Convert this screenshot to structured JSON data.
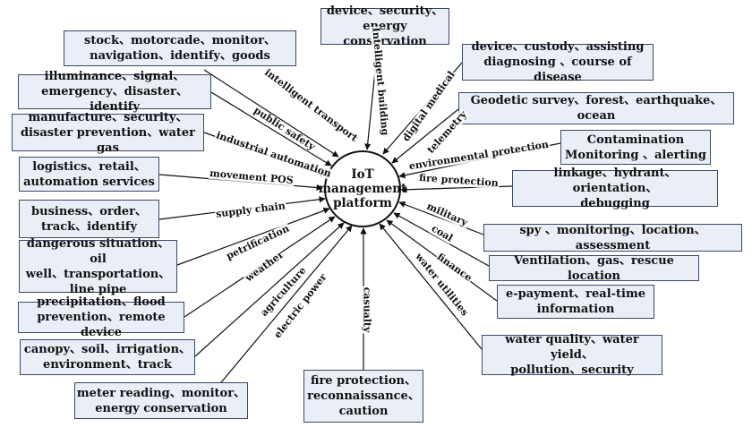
{
  "center": {
    "text": "IoT\nmanagement\nplatform"
  },
  "boxes": [
    {
      "id": "intelligent-transport",
      "text": "stock、motorcade、monitor、\nnavigation、identify、goods"
    },
    {
      "id": "intelligent-building",
      "text": "device、security、\nenergy conservation"
    },
    {
      "id": "digital-medical",
      "text": "device、custody、assisting\ndiagnosing 、course of disease"
    },
    {
      "id": "public-safety",
      "text": "illuminance、signal、\nemergency、disaster、identify"
    },
    {
      "id": "telemetry",
      "text": "Geodetic survey、forest、earthquake、ocean"
    },
    {
      "id": "industrial-automation",
      "text": "manufacture、security、\ndisaster prevention、water gas"
    },
    {
      "id": "environmental-protection",
      "text": "Contamination\nMonitoring 、alerting"
    },
    {
      "id": "movement-pos",
      "text": "logistics、retail、\nautomation services"
    },
    {
      "id": "fire-protection",
      "text": "linkage、hydrant、orientation、\ndebugging"
    },
    {
      "id": "supply-chain",
      "text": "business、order、\ntrack、identify"
    },
    {
      "id": "military",
      "text": "spy 、monitoring、location、assessment"
    },
    {
      "id": "petrification",
      "text": "dangerous situation、oil\nwell、transportation、\nline pipe"
    },
    {
      "id": "coal",
      "text": "Ventilation、gas、rescue location"
    },
    {
      "id": "weather",
      "text": "precipitation、flood\nprevention、remote device"
    },
    {
      "id": "finance",
      "text": "e-payment、real-time\ninformation"
    },
    {
      "id": "agriculture",
      "text": "canopy、soil、irrigation、\nenvironment、track"
    },
    {
      "id": "water-utilities",
      "text": "water quality、water yield、\npollution、security"
    },
    {
      "id": "electric-power",
      "text": "meter reading、monitor、\nenergy conservation"
    },
    {
      "id": "casualty",
      "text": "fire protection、\nreconnaissance、\ncaution"
    }
  ],
  "labels": [
    {
      "id": "intelligent-transport",
      "text": "intelligent transport"
    },
    {
      "id": "intelligent-building",
      "text": "Intelligent building"
    },
    {
      "id": "digital-medical",
      "text": "digital medical"
    },
    {
      "id": "public-safety",
      "text": "public safety"
    },
    {
      "id": "telemetry",
      "text": "telemetry"
    },
    {
      "id": "industrial-automation",
      "text": "industrial automation"
    },
    {
      "id": "environmental-protection",
      "text": "environmental protection"
    },
    {
      "id": "movement-pos",
      "text": "movement POS"
    },
    {
      "id": "fire-protection",
      "text": "fire protection"
    },
    {
      "id": "supply-chain",
      "text": "supply chain"
    },
    {
      "id": "military",
      "text": "military"
    },
    {
      "id": "petrification",
      "text": "petrification"
    },
    {
      "id": "coal",
      "text": "coal"
    },
    {
      "id": "weather",
      "text": "weather"
    },
    {
      "id": "finance",
      "text": "finance"
    },
    {
      "id": "agriculture",
      "text": "agriculture"
    },
    {
      "id": "water-utilities",
      "text": "water utilities"
    },
    {
      "id": "electric-power",
      "text": "electric power"
    },
    {
      "id": "casualty",
      "text": "casualty"
    }
  ]
}
